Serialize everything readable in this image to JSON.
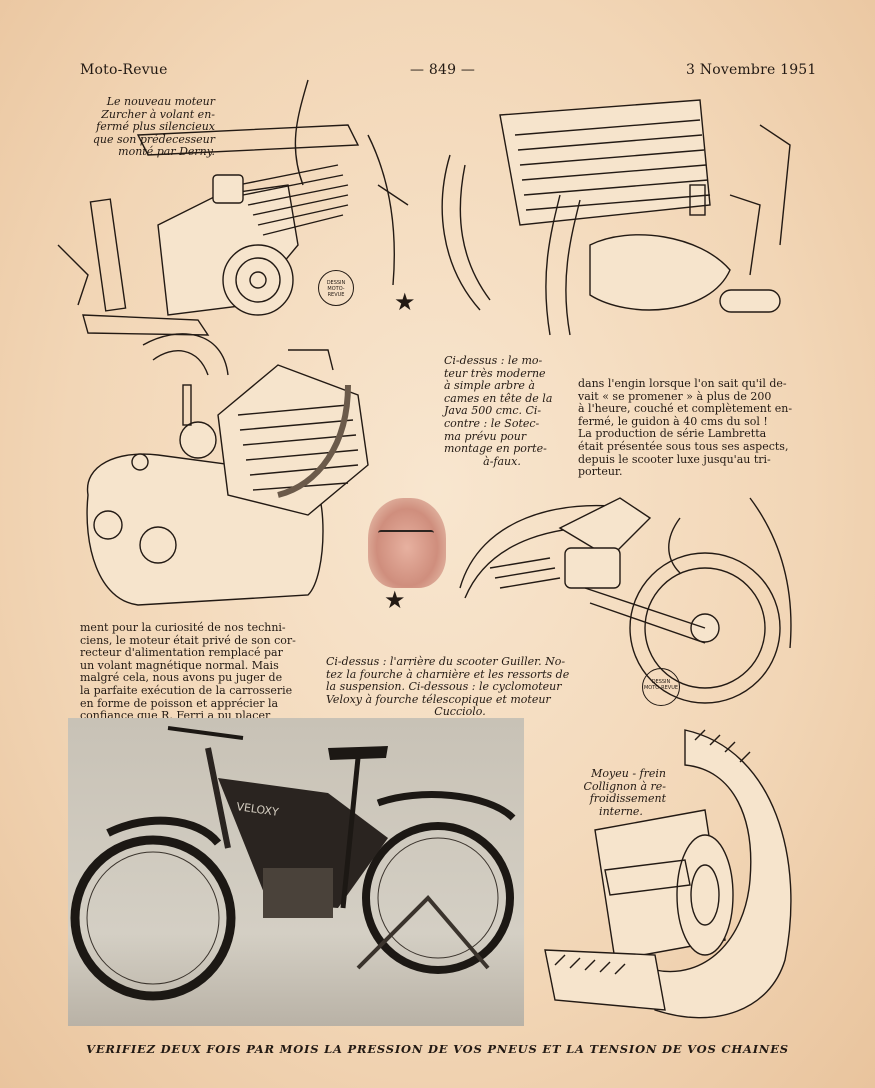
{
  "header": {
    "journal": "Moto-Revue",
    "page_number": "— 849 —",
    "date": "3 Novembre 1951"
  },
  "captions": {
    "zurcher": [
      "Le nouveau moteur",
      "Zurcher à volant en-",
      "fermé plus silencieux",
      "que son prédecesseur",
      "monté par Derny."
    ],
    "java": [
      "Ci-dessus : le mo-",
      "teur très moderne",
      "à simple arbre à",
      "cames en tête de la",
      "Java 500 cmc. Ci-",
      "contre : le Sotec-",
      "ma prévu pour",
      "montage en porte-",
      "à-faux."
    ],
    "guiller": [
      "Ci-dessus : l'arrière du scooter Guiller. No-",
      "tez la fourche à charnière et les ressorts de",
      "la suspension. Ci-dessous : le cyclomoteur",
      "Veloxy à fourche télescopique et moteur",
      "Cucciolo."
    ],
    "moyeu": [
      "Moyeu - frein",
      "Collignon à re-",
      "froidissement",
      "interne."
    ]
  },
  "text_blocks": {
    "lambretta": [
      "dans l'engin lorsque l'on sait qu'il de-",
      "vait « se promener » à plus de 200",
      "à l'heure, couché et complètement en-",
      "fermé, le guidon à 40 cms du sol !",
      "La production de série Lambretta",
      "était présentée sous tous ses aspects,",
      "depuis le scooter luxe jusqu'au tri-",
      "porteur."
    ],
    "techniciens": [
      "ment pour la curiosité de nos techni-",
      "ciens, le moteur était privé de son cor-",
      "recteur d'alimentation remplacé par",
      "un volant magnétique normal. Mais",
      "malgré cela, nous avons pu juger de",
      "la parfaite exécution de la carrosserie",
      "en forme de poisson et apprécier la",
      "confiance que R. Ferri a pu placer"
    ]
  },
  "stamps": {
    "upper": [
      "DESSIN",
      "MOTO-REVUE"
    ],
    "lower": [
      "DESSIN",
      "MOTO-REVUE"
    ]
  },
  "photo_sign": "VELOXY",
  "footer": "VERIFIEZ DEUX FOIS PAR MOIS LA PRESSION DE VOS PNEUS ET LA TENSION DE VOS CHAINES",
  "colors": {
    "paper": "#f4dcc0",
    "ink": "#231a14",
    "photo_bg": "#c8c2b6"
  }
}
